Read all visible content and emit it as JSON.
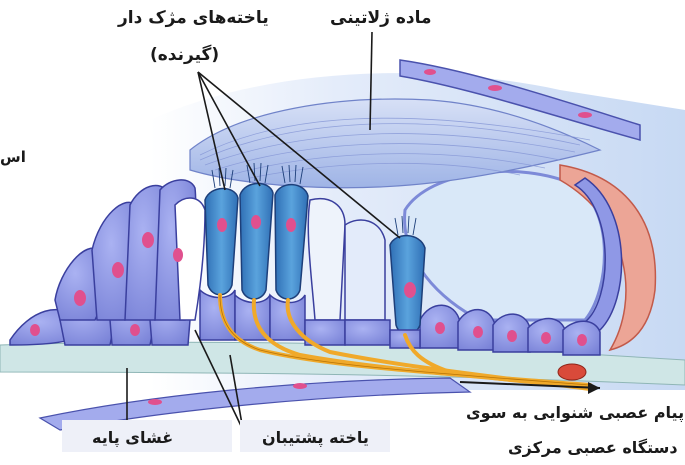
{
  "labels": {
    "hair_cells_line1": "یاخته‌های مژک دار",
    "hair_cells_line2": "(گیرنده)",
    "gelatinous": "ماده ژلاتینی",
    "left_edge": "اس",
    "basal_membrane": "غشای پایه",
    "supporting_cell": "یاخته پشتیبان",
    "signal_line1": "پیام عصبی شنوایی به سوی",
    "signal_line2": "دستگاه عصبی مرکزی"
  },
  "colors": {
    "cell_fill": "#8f98e6",
    "cell_stroke": "#3a3f9e",
    "hair_cell": "#3d86c9",
    "nucleus": "#e0508e",
    "nerve": "#f0a92a",
    "gel": "#b9c8ee",
    "fluid": "#cfe3f7",
    "basal": "#cfe6e6",
    "vessel": "#e9a190"
  }
}
